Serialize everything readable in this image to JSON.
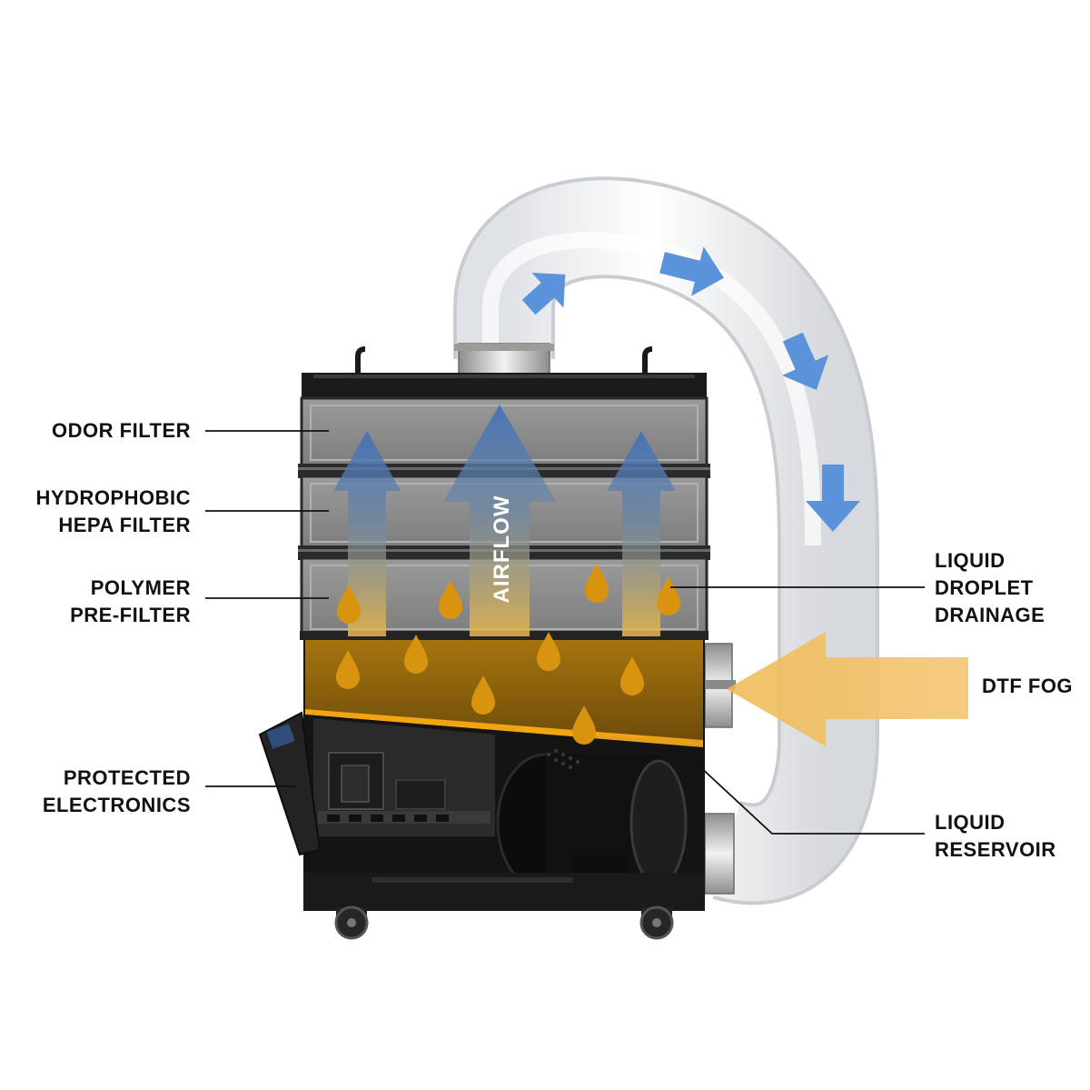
{
  "labels": {
    "odor_filter": [
      "ODOR FILTER"
    ],
    "hepa_filter": [
      "HYDROPHOBIC",
      "HEPA FILTER"
    ],
    "pre_filter": [
      "POLYMER",
      "PRE-FILTER"
    ],
    "electronics": [
      "PROTECTED",
      "ELECTRONICS"
    ],
    "droplet_drainage": [
      "LIQUID",
      "DROPLET",
      "DRAINAGE"
    ],
    "dtf_fog": [
      "DTF FOG"
    ],
    "reservoir": [
      "LIQUID",
      "RESERVOIR"
    ]
  },
  "airflow_label": "AIRFLOW",
  "colors": {
    "flow_arrow": "#5b93db",
    "airflow_arrow": "#3d6fb8",
    "fog_arrow": "#f2c064",
    "droplet": "#d9940f",
    "reservoir_liquid": "#c98a10",
    "machine_body": "#1a1a1a",
    "filter_panel": "#8a8a8a",
    "duct": "#eef0f2"
  }
}
